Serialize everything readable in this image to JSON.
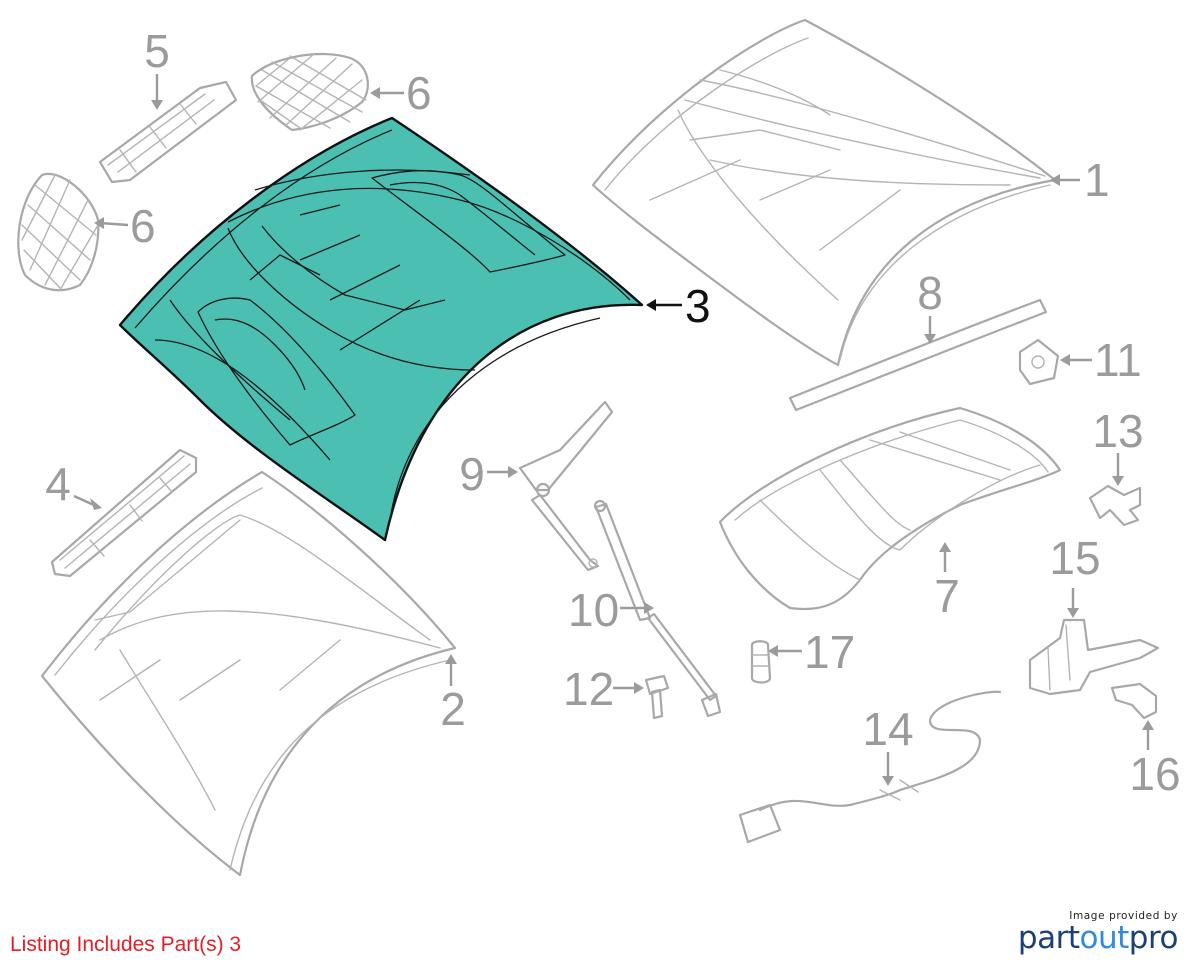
{
  "diagram": {
    "highlight_color": "#4bc0b2",
    "callouts": [
      "1",
      "2",
      "3",
      "4",
      "5",
      "6",
      "6",
      "7",
      "8",
      "9",
      "10",
      "11",
      "12",
      "13",
      "14",
      "15",
      "16",
      "17"
    ],
    "highlighted_part": "3"
  },
  "footer": {
    "listing_text": "Listing Includes Part(s) 3",
    "listing_color": "#e41e26",
    "credit_line": "Image provided by",
    "brand_part1": "part",
    "brand_part2": "out",
    "brand_part3": "pro",
    "brand_dark": "#1c3f7a",
    "brand_light": "#2f8be0"
  }
}
